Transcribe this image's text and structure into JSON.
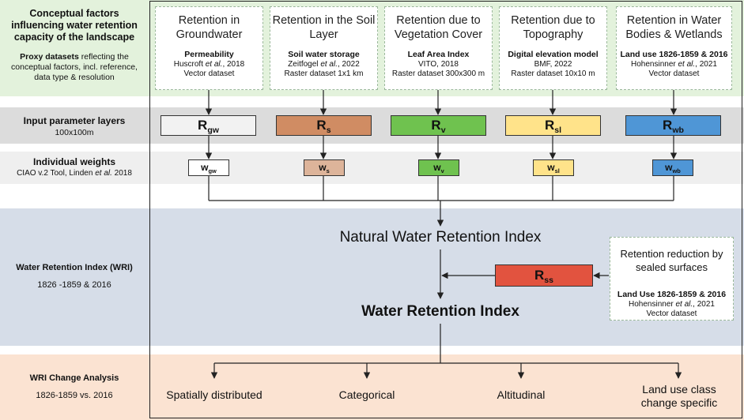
{
  "left_labels": {
    "factors_title": "Conceptual factors influencing water retention capacity of the landscape",
    "proxy_bold": "Proxy datasets",
    "proxy_rest": " reflecting the conceptual factors, incl. reference, data type & resolution",
    "input_title": "Input parameter layers",
    "input_sub": "100x100m",
    "weights_title": "Individual weights",
    "weights_sub_pre": "CIAO v.2 Tool, Linden ",
    "weights_sub_em": "et al.",
    "weights_sub_post": " 2018",
    "wri_title": "Water Retention Index (WRI)",
    "wri_sub": "1826 -1859 & 2016",
    "change_title": "WRI Change Analysis",
    "change_sub": "1826-1859 vs. 2016"
  },
  "factors": [
    {
      "title": "Retention in Groundwater",
      "dataset": "Permeability",
      "ref_pre": "Huscroft ",
      "ref_em": "et al.",
      "ref_post": ", 2018",
      "type": "Vector dataset"
    },
    {
      "title": "Retention in the Soil Layer",
      "dataset": "Soil water storage",
      "ref_pre": "Zeitfogel ",
      "ref_em": "et al.",
      "ref_post": ", 2022",
      "type": "Raster dataset 1x1 km"
    },
    {
      "title": "Retention due to Vegetation Cover",
      "dataset": "Leaf Area Index",
      "ref_pre": "VITO, 2018",
      "ref_em": "",
      "ref_post": "",
      "type": "Raster dataset 300x300 m"
    },
    {
      "title": "Retention due to Topography",
      "dataset": "Digital elevation model",
      "ref_pre": "BMF, 2022",
      "ref_em": "",
      "ref_post": "",
      "type": "Raster dataset 10x10 m"
    },
    {
      "title": "Retention in Water Bodies & Wetlands",
      "dataset": "Land use 1826-1859 & 2016",
      "ref_pre": "Hohensinner ",
      "ref_em": "et al.",
      "ref_post": ", 2021",
      "type": "Vector dataset"
    }
  ],
  "params": [
    {
      "main": "R",
      "sub": "gw",
      "color": "#f2f2f2"
    },
    {
      "main": "R",
      "sub": "s",
      "color": "#d08c63"
    },
    {
      "main": "R",
      "sub": "v",
      "color": "#6fc24f"
    },
    {
      "main": "R",
      "sub": "sl",
      "color": "#ffe38a"
    },
    {
      "main": "R",
      "sub": "wb",
      "color": "#4f96d6"
    }
  ],
  "weights": [
    {
      "main": "w",
      "sub": "gw",
      "color": "#ffffff"
    },
    {
      "main": "w",
      "sub": "s",
      "color": "#ddb49a"
    },
    {
      "main": "w",
      "sub": "v",
      "color": "#6fc24f"
    },
    {
      "main": "w",
      "sub": "sl",
      "color": "#ffe38a"
    },
    {
      "main": "w",
      "sub": "wb",
      "color": "#4f96d6"
    }
  ],
  "nwri": "Natural Water Retention Index",
  "wri": "Water Retention Index",
  "rss": {
    "main": "R",
    "sub": "ss",
    "color": "#e2533f"
  },
  "sealed": {
    "title": "Retention reduction by sealed surfaces",
    "dataset": "Land Use 1826-1859 & 2016",
    "ref_pre": "Hohensinner ",
    "ref_em": "et al.",
    "ref_post": ", 2021",
    "type": "Vector dataset"
  },
  "outputs": [
    "Spatially distributed",
    "Categorical",
    "Altitudinal",
    "Land use class change specific"
  ],
  "colors": {
    "band_factors": "#e3f2dc",
    "band_gray": "#dedede",
    "band_weights": "#efefef",
    "band_wri": "#d6dde8",
    "band_change": "#fbe3d2"
  }
}
